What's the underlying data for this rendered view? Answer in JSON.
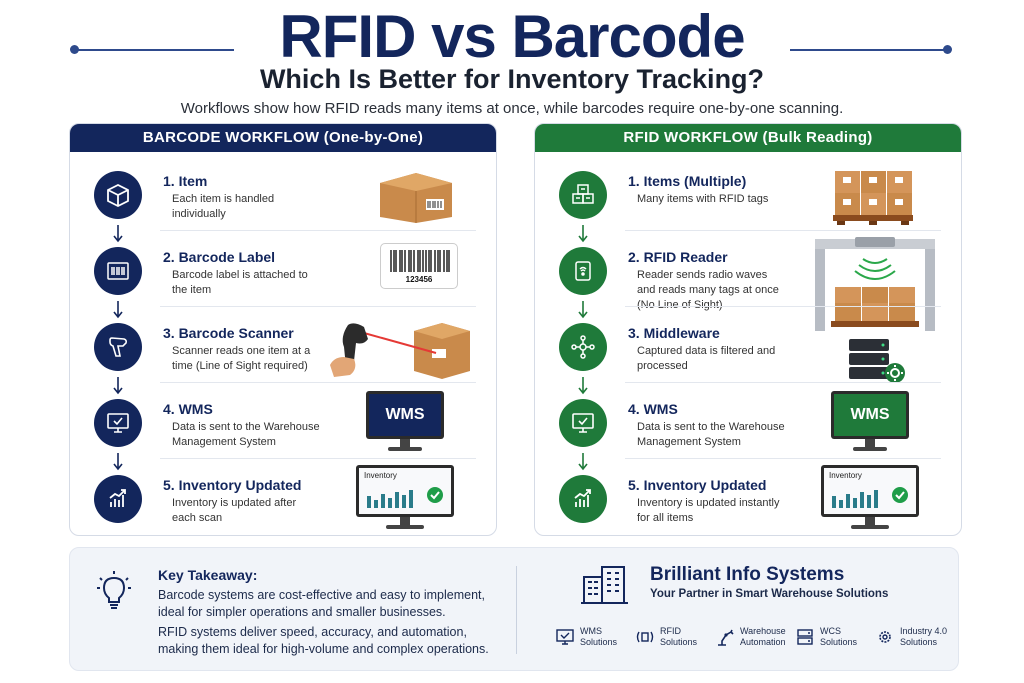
{
  "header": {
    "title": "RFID vs Barcode",
    "subtitle": "Which Is Better for Inventory Tracking?",
    "description": "Workflows show how RFID reads many items at once, while barcodes require one-by-one scanning."
  },
  "barcode": {
    "heading": "BARCODE WORKFLOW (One-by-One)",
    "accent": "#13265c",
    "steps": [
      {
        "title": "1. Item",
        "text": "Each item is handled individually",
        "icon": "box-icon"
      },
      {
        "title": "2. Barcode Label",
        "text": "Barcode label is attached to the item",
        "icon": "barcode-icon",
        "label_number": "123456"
      },
      {
        "title": "3. Barcode Scanner",
        "text": "Scanner reads one item at a time (Line of Sight required)",
        "icon": "scanner-icon"
      },
      {
        "title": "4. WMS",
        "text": "Data is sent to the Warehouse Management System",
        "icon": "monitor-check-icon",
        "screen_label": "WMS"
      },
      {
        "title": "5. Inventory Updated",
        "text": "Inventory is updated after each scan",
        "icon": "chart-icon",
        "screen_label": "Inventory"
      }
    ]
  },
  "rfid": {
    "heading": "RFID WORKFLOW (Bulk Reading)",
    "accent": "#1f7a3a",
    "steps": [
      {
        "title": "1. Items (Multiple)",
        "text": "Many items with RFID tags",
        "icon": "boxes-icon"
      },
      {
        "title": "2. RFID Reader",
        "text": "Reader sends radio waves and reads many tags at once (No Line of Sight)",
        "icon": "rfid-reader-icon"
      },
      {
        "title": "3. Middleware",
        "text": "Captured data is filtered and processed",
        "icon": "network-icon"
      },
      {
        "title": "4. WMS",
        "text": "Data is sent to the Warehouse Management System",
        "icon": "monitor-check-icon",
        "screen_label": "WMS"
      },
      {
        "title": "5. Inventory Updated",
        "text": "Inventory is updated instantly for all items",
        "icon": "chart-icon",
        "screen_label": "Inventory"
      }
    ]
  },
  "takeaway": {
    "title": "Key Takeaway:",
    "text1": "Barcode systems are cost-effective and easy to implement, ideal for simpler operations and smaller businesses.",
    "text2": "RFID systems deliver speed, accuracy, and automation, making them ideal for high-volume and complex operations."
  },
  "company": {
    "name": "Brilliant Info Systems",
    "tagline": "Your Partner in Smart Warehouse Solutions",
    "solutions": [
      {
        "l1": "WMS",
        "l2": "Solutions",
        "icon": "monitor-check-icon"
      },
      {
        "l1": "RFID",
        "l2": "Solutions",
        "icon": "rfid-waves-icon"
      },
      {
        "l1": "Warehouse",
        "l2": "Automation",
        "icon": "robot-arm-icon"
      },
      {
        "l1": "WCS",
        "l2": "Solutions",
        "icon": "server-icon"
      },
      {
        "l1": "Industry 4.0",
        "l2": "Solutions",
        "icon": "gears-icon"
      }
    ]
  }
}
